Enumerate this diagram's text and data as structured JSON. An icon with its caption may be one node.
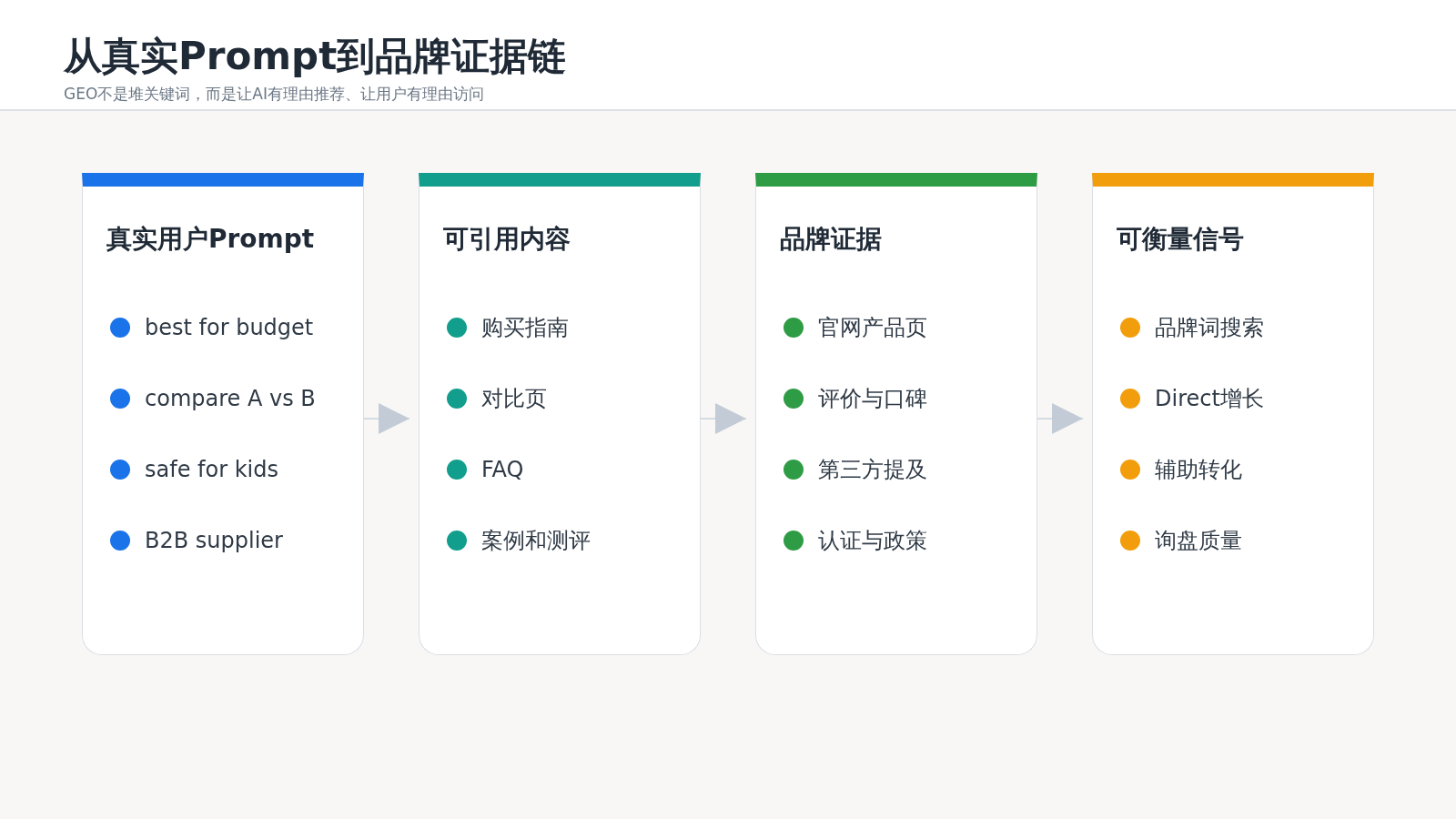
{
  "diagram": {
    "title": "从真实Prompt到品牌证据链",
    "caption": "GEO不是堆关键词，而是让AI有理由推荐、让用户有理由访问",
    "nodes": [
      {
        "text": [
          "真实用户Prompt",
          "best for budget",
          "compare A vs B",
          "safe for kids",
          "B2B supplier"
        ]
      },
      {
        "text": [
          "可引用内容",
          "购买指南",
          "对比页",
          "FAQ",
          "案例和测评"
        ]
      },
      {
        "text": [
          "品牌证据",
          "官网产品页",
          "评价与口碑",
          "第三方提及",
          "认证与政策"
        ]
      },
      {
        "text": [
          "可衡量信号",
          "品牌词搜索",
          "Direct增长",
          "辅助转化",
          "询盘质量"
        ]
      }
    ],
    "edges": [
      {
        "from": 0,
        "to": 1,
        "arrow": "to"
      },
      {
        "from": 1,
        "to": 2,
        "arrow": "to"
      },
      {
        "from": 2,
        "to": 3,
        "arrow": "to"
      }
    ]
  }
}
